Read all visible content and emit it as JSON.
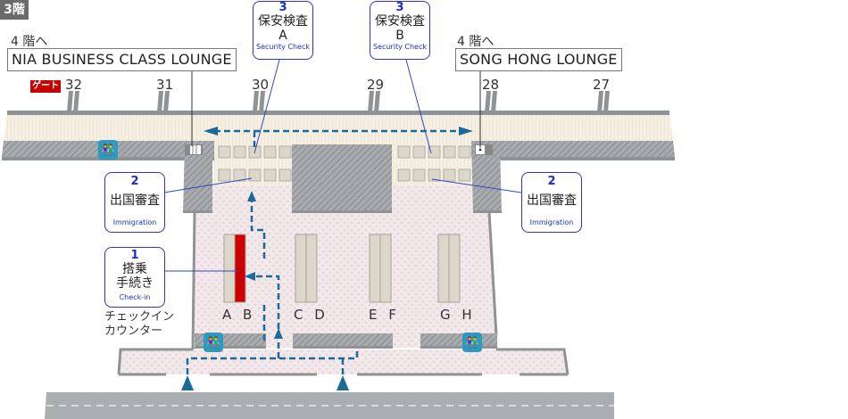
{
  "floor": {
    "label": "3階"
  },
  "lounges": [
    {
      "up_label": "4 階へ",
      "name": "NIA BUSINESS CLASS LOUNGE"
    },
    {
      "up_label": "4 階へ",
      "name": "SONG HONG LOUNGE"
    }
  ],
  "gates": {
    "tag": "ゲート",
    "numbers": [
      "32",
      "31",
      "30",
      "29",
      "28",
      "27"
    ]
  },
  "callouts": {
    "security_a": {
      "num": "3",
      "jp": "保安検査",
      "sub": "A",
      "en": "Security Check"
    },
    "security_b": {
      "num": "3",
      "jp": "保安検査",
      "sub": "B",
      "en": "Security Check"
    },
    "immigration_left": {
      "num": "2",
      "jp": "出国審査",
      "en": "Immigration"
    },
    "immigration_right": {
      "num": "2",
      "jp": "出国審査",
      "en": "Immigration"
    },
    "checkin": {
      "num": "1",
      "jp_line1": "搭乗",
      "jp_line2": "手続き",
      "en": "Check-in"
    }
  },
  "checkin_counter_label": {
    "line1": "チェックイン",
    "line2": "カウンター"
  },
  "counters": [
    "A B",
    "C D",
    "E F",
    "G H"
  ],
  "highlighted_counter": "A B",
  "icons": {
    "restroom": "restroom-icon",
    "elevator": "elevator-icon",
    "arrow": "route-arrow"
  },
  "colors": {
    "route": "#1a6a9a",
    "callout_border": "#3333cc",
    "highlight_counter": "#cc0000",
    "gate_tag": "#c40000",
    "restroom": "#2e9ac1",
    "road": "#a9afb1",
    "concourse": "#f6efe4",
    "hall": "#f2e8ea",
    "wall": "#8f9396"
  }
}
